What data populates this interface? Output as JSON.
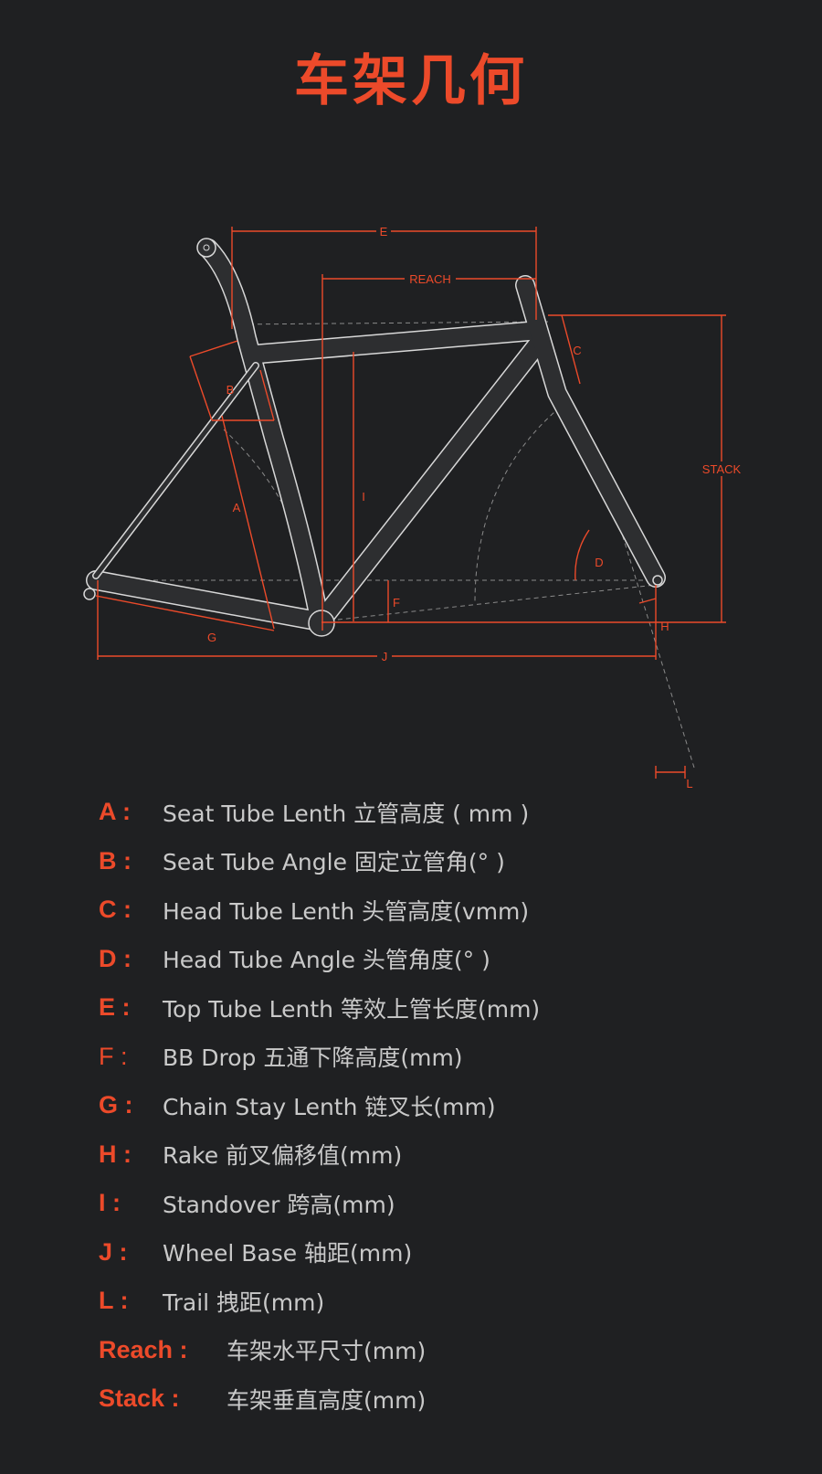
{
  "title": "车架几何",
  "colors": {
    "accent": "#ec4a2a",
    "background": "#1f2022",
    "text": "#c9c9c9"
  },
  "diagram_labels": {
    "E": "E",
    "reach": "REACH",
    "stack": "STACK",
    "A": "A",
    "B": "B",
    "C": "C",
    "D": "D",
    "F": "F",
    "G": "G",
    "H": "H",
    "I": "I",
    "J": "J",
    "L": "L"
  },
  "legend": [
    {
      "key": "A :",
      "text": "Seat Tube Lenth 立管高度 ( mm )"
    },
    {
      "key": "B :",
      "text": "Seat Tube Angle 固定立管角(° )"
    },
    {
      "key": "C :",
      "text": "Head Tube Lenth 头管高度(vmm)"
    },
    {
      "key": "D :",
      "text": "Head Tube Angle 头管角度(° )"
    },
    {
      "key": "E :",
      "text": "Top Tube Lenth 等效上管长度(mm)"
    },
    {
      "key": "F :",
      "text": "BB Drop 五通下降高度(mm)"
    },
    {
      "key": "G :",
      "text": "Chain Stay Lenth 链叉长(mm)"
    },
    {
      "key": "H :",
      "text": "Rake 前叉偏移值(mm)"
    },
    {
      "key": "I :",
      "text": "Standover 跨高(mm)"
    },
    {
      "key": "J :",
      "text": "Wheel Base 轴距(mm)"
    },
    {
      "key": "L :",
      "text": "Trail 拽距(mm)"
    },
    {
      "key": "Reach :",
      "text": "车架水平尺寸(mm)"
    },
    {
      "key": "Stack :",
      "text": "车架垂直高度(mm)"
    }
  ]
}
